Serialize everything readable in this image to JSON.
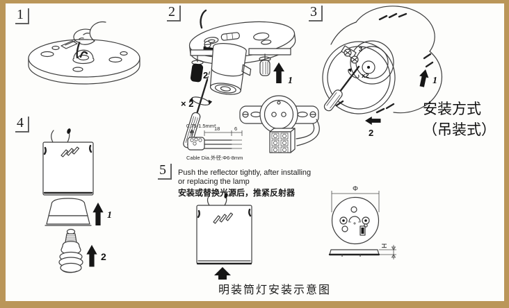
{
  "page": {
    "caption": "明装筒灯安装示意图"
  },
  "method": {
    "line1": "安装方式",
    "line2": "（吊装式）"
  },
  "steps": {
    "s1": {
      "num": "1"
    },
    "s2": {
      "num": "2",
      "arrow_up_label": "1",
      "thumbscrew_label": "2",
      "screwdriver_qty": "× 2",
      "wire_gauge": "0.75-1.5mm²",
      "strip_dim_outer": "18",
      "strip_dim_inner": "6",
      "cable_note": "Cable Dia.外径:Φ6-8mm"
    },
    "s3": {
      "num": "3",
      "screw_count": "3",
      "screw_qty": "x2",
      "arrow_up_label": "1",
      "arrow_left_label": "2"
    },
    "s4": {
      "num": "4",
      "reflector_arrow_label": "1",
      "lamp_arrow_label": "2"
    },
    "s5": {
      "num": "5",
      "note_en_line1": "Push the reflector tightly, after installing",
      "note_en_line2": "or replacing the lamp",
      "note_cn": "安装或替换光源后，推紧反射器"
    }
  },
  "base_views": {
    "diameter_label": "Φ",
    "height_label": "H"
  }
}
